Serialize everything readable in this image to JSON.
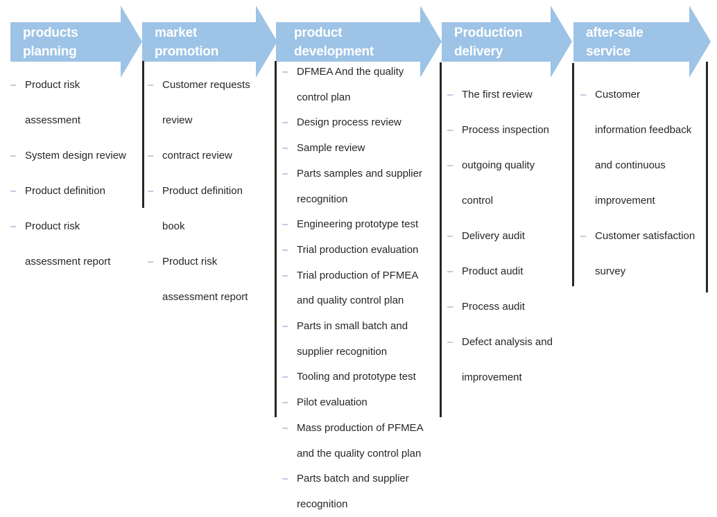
{
  "diagram": {
    "type": "process-flow",
    "bullet_glyph": "–",
    "colors": {
      "arrow_fill": "#9DC3E6",
      "title_text": "#FFFFFF",
      "body_text": "#262626",
      "bullet": "#7E9EC4",
      "separator": "#262626"
    },
    "stages": [
      {
        "title": "products planning",
        "items": [
          "Product risk\nassessment",
          "System design review",
          "Product definition",
          "Product risk\nassessment report"
        ]
      },
      {
        "title": "market promotion",
        "items": [
          "Customer requests\nreview",
          "contract review",
          "Product definition\nbook",
          "Product risk\nassessment report"
        ]
      },
      {
        "title": "product\ndevelopment",
        "items": [
          "DFMEA And the quality\ncontrol plan",
          "Design process review",
          "Sample review",
          "Parts samples and supplier\nrecognition",
          "Engineering prototype test",
          "Trial production evaluation",
          "Trial production of PFMEA\nand quality control plan",
          "Parts in small batch and\nsupplier recognition",
          "Tooling and prototype test",
          "Pilot evaluation",
          "Mass production of PFMEA\nand the quality control plan",
          "Parts batch and supplier\nrecognition"
        ]
      },
      {
        "title": "Production\ndelivery",
        "items": [
          "The first review",
          "Process inspection",
          "outgoing quality\ncontrol",
          "Delivery audit",
          "Product audit",
          "Process audit",
          "Defect analysis and\nimprovement"
        ]
      },
      {
        "title": "after-sale service",
        "items": [
          "Customer\ninformation feedback\nand continuous\nimprovement",
          "Customer satisfaction\nsurvey"
        ]
      }
    ]
  }
}
